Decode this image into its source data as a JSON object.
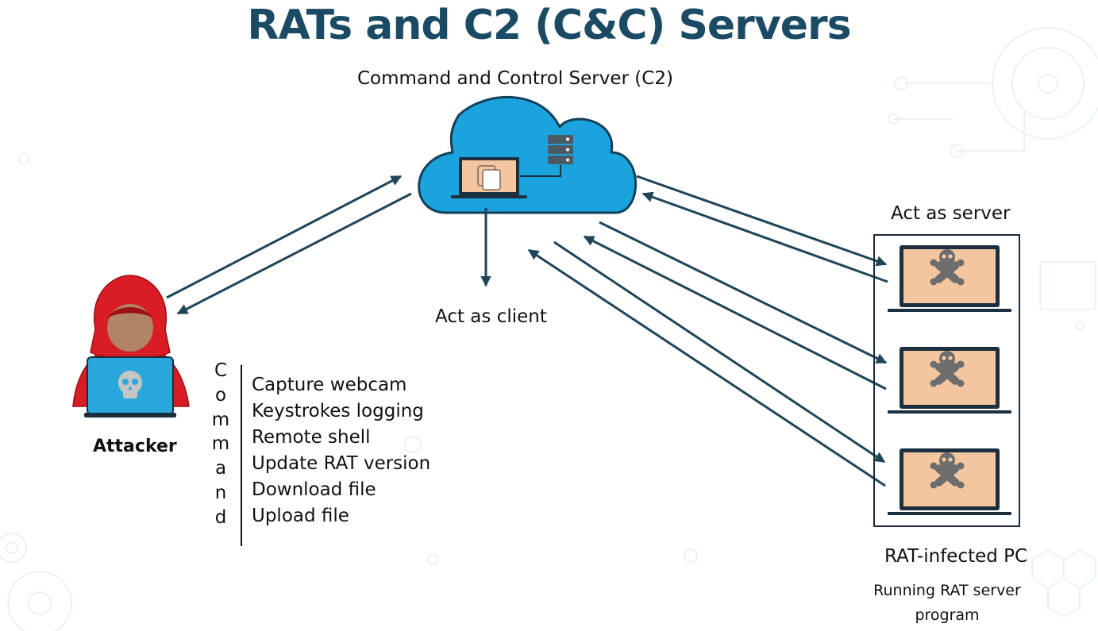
{
  "title": "RATs and C2 (C&C) Servers",
  "c2_server": {
    "label": "Command and Control Server (C2)"
  },
  "act_as_client": "Act as client",
  "act_as_server": "Act as server",
  "attacker": {
    "label": "Attacker"
  },
  "command_word": [
    "C",
    "o",
    "m",
    "m",
    "a",
    "n",
    "d"
  ],
  "commands": [
    "Capture webcam",
    "Keystrokes logging",
    "Remote shell",
    "Update RAT version",
    "Download file",
    "Upload file"
  ],
  "infected_pcs": {
    "label": "RAT-infected PC",
    "sublabel": "Running RAT server program",
    "count": 3
  },
  "colors": {
    "title": "#1b4b64",
    "arrow": "#1f4558",
    "cloud": "#1aa3dd",
    "screen": "#f4c6a0",
    "hood": "#d91d24",
    "laptop": "#2aa8dc",
    "skull": "#666666"
  }
}
